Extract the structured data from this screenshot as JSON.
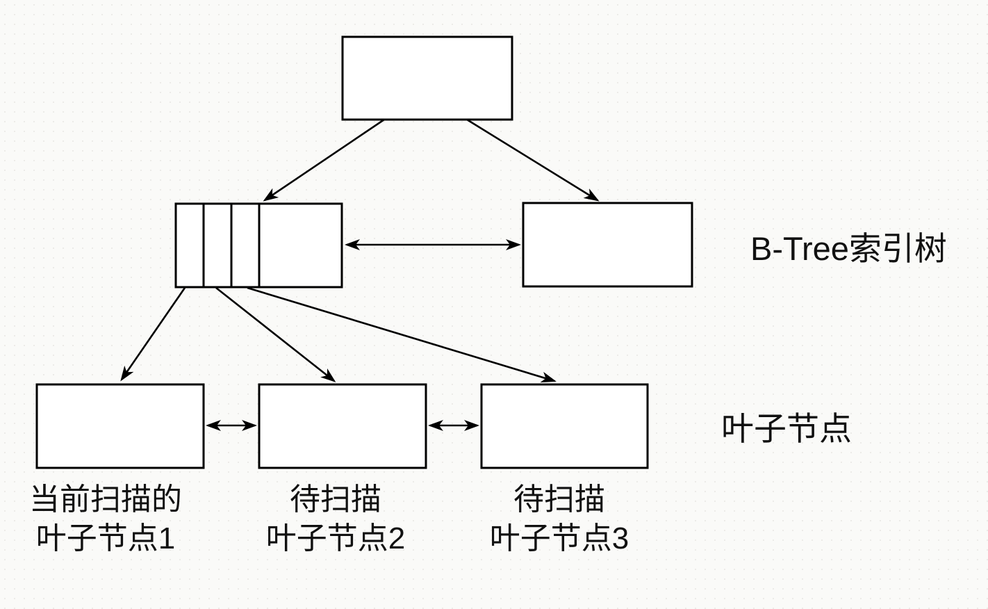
{
  "diagram": {
    "kind": "b-tree-index-scan-diagram",
    "right_labels": {
      "btree_level": "B-Tree索引树",
      "leaf_level": "叶子节点"
    },
    "leaf_captions": [
      {
        "line1": "当前扫描的",
        "line2": "叶子节点1"
      },
      {
        "line1": "待扫描",
        "line2": "叶子节点2"
      },
      {
        "line1": "待扫描",
        "line2": "叶子节点3"
      }
    ],
    "colors": {
      "current_leaf_fill": "#9a9a9a",
      "node_fill": "#ffffff",
      "stroke": "#000000",
      "background": "#fafaf8"
    }
  }
}
